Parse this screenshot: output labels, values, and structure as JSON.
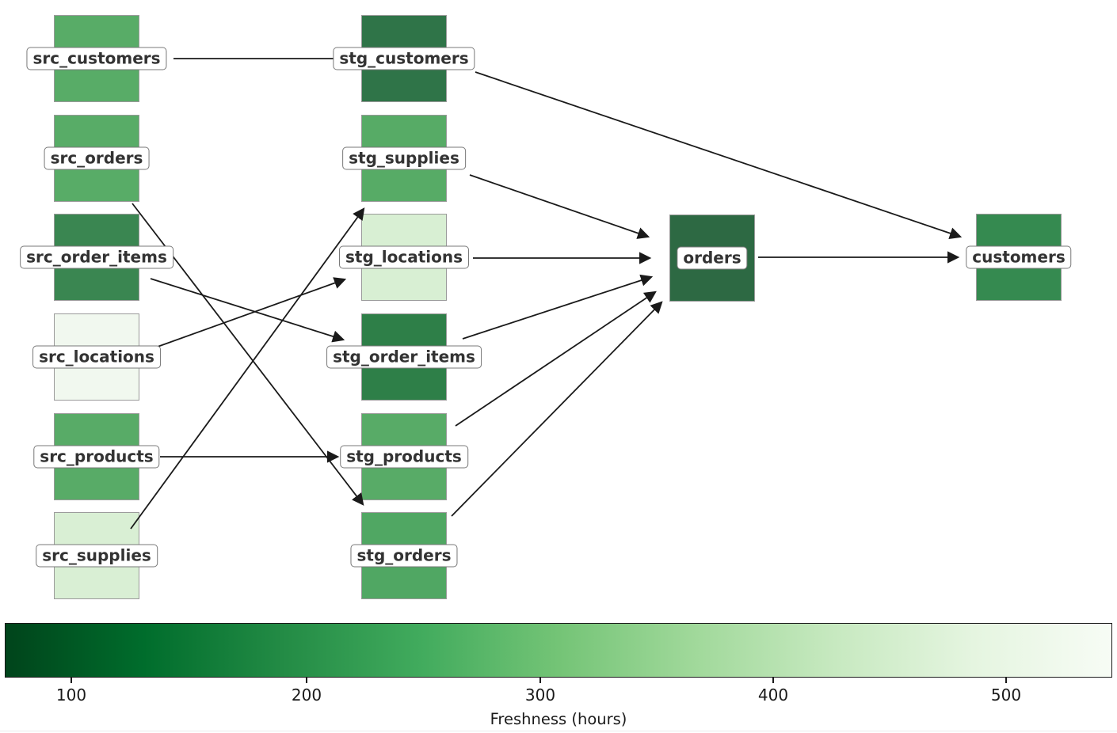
{
  "graph": {
    "nodes": [
      {
        "id": "src_customers",
        "label": "src_customers",
        "layer": "source",
        "fill": "#58ac67"
      },
      {
        "id": "src_orders",
        "label": "src_orders",
        "layer": "source",
        "fill": "#58ac67"
      },
      {
        "id": "src_order_items",
        "label": "src_order_items",
        "layer": "source",
        "fill": "#3a8651"
      },
      {
        "id": "src_locations",
        "label": "src_locations",
        "layer": "source",
        "fill": "#f1f8ef"
      },
      {
        "id": "src_products",
        "label": "src_products",
        "layer": "source",
        "fill": "#58ab67"
      },
      {
        "id": "src_supplies",
        "label": "src_supplies",
        "layer": "source",
        "fill": "#d9efd4"
      },
      {
        "id": "stg_customers",
        "label": "stg_customers",
        "layer": "staging",
        "fill": "#2f7448"
      },
      {
        "id": "stg_supplies",
        "label": "stg_supplies",
        "layer": "staging",
        "fill": "#57ab66"
      },
      {
        "id": "stg_locations",
        "label": "stg_locations",
        "layer": "staging",
        "fill": "#d8efd3"
      },
      {
        "id": "stg_order_items",
        "label": "stg_order_items",
        "layer": "staging",
        "fill": "#2e7f48"
      },
      {
        "id": "stg_products",
        "label": "stg_products",
        "layer": "staging",
        "fill": "#58ab67"
      },
      {
        "id": "stg_orders",
        "label": "stg_orders",
        "layer": "staging",
        "fill": "#50a763"
      },
      {
        "id": "orders",
        "label": "orders",
        "layer": "marts",
        "fill": "#2d6943"
      },
      {
        "id": "customers",
        "label": "customers",
        "layer": "marts",
        "fill": "#358a50"
      }
    ],
    "edges": [
      {
        "from": "src_customers",
        "to": "stg_customers"
      },
      {
        "from": "src_orders",
        "to": "stg_orders"
      },
      {
        "from": "src_order_items",
        "to": "stg_order_items"
      },
      {
        "from": "src_locations",
        "to": "stg_locations"
      },
      {
        "from": "src_products",
        "to": "stg_products"
      },
      {
        "from": "src_supplies",
        "to": "stg_supplies"
      },
      {
        "from": "stg_customers",
        "to": "customers"
      },
      {
        "from": "stg_supplies",
        "to": "orders"
      },
      {
        "from": "stg_locations",
        "to": "orders"
      },
      {
        "from": "stg_order_items",
        "to": "orders"
      },
      {
        "from": "stg_products",
        "to": "orders"
      },
      {
        "from": "stg_orders",
        "to": "orders"
      },
      {
        "from": "orders",
        "to": "customers"
      }
    ]
  },
  "colorbar": {
    "label": "Freshness (hours)",
    "ticks": [
      "100",
      "200",
      "300",
      "400",
      "500"
    ],
    "gradient_stops": [
      "#00441b",
      "#006d2c",
      "#238b45",
      "#41ab5d",
      "#74c476",
      "#a1d99b",
      "#c7e9c0",
      "#e5f5e0",
      "#f7fcf5"
    ],
    "edge_color": "#1a1a1a"
  }
}
